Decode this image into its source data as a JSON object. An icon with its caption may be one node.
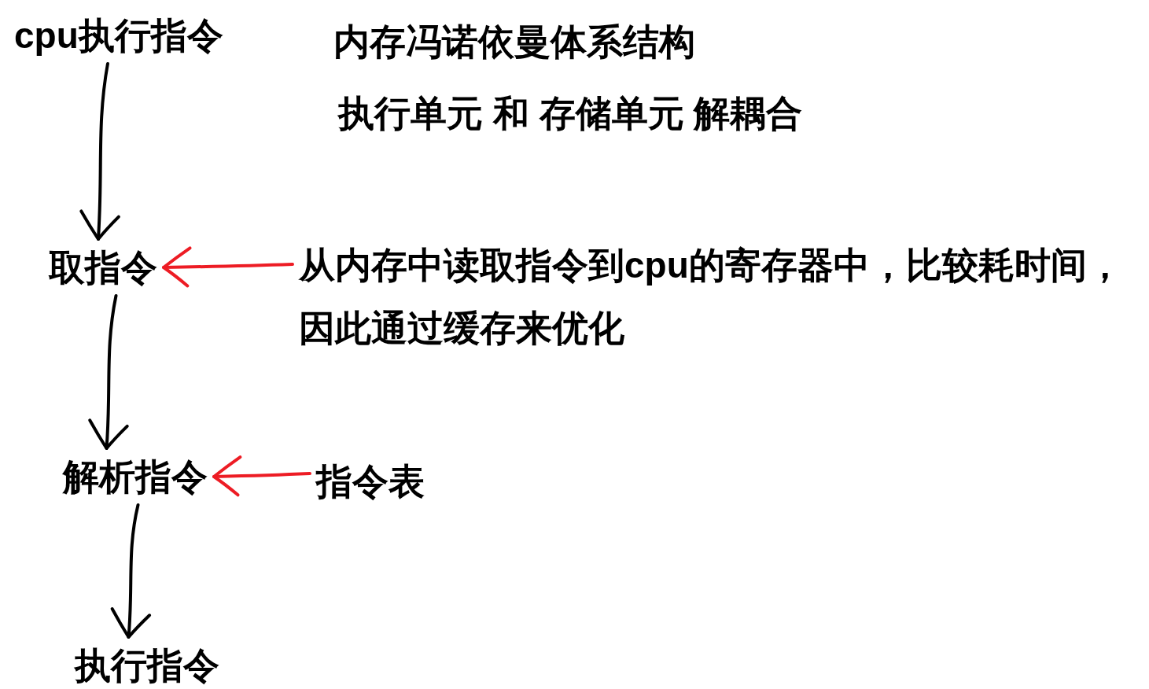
{
  "diagram": {
    "nodes": [
      {
        "text": [
          "cpu执行指令"
        ]
      },
      {
        "text": [
          "取指令"
        ]
      },
      {
        "text": [
          "解析指令"
        ]
      },
      {
        "text": [
          "执行指令"
        ]
      },
      {
        "text": [
          "从内存中读取指令到cpu的寄存器中，比较耗时间，因此通过缓存来优化"
        ]
      },
      {
        "text": [
          "指令表"
        ]
      }
    ],
    "edges": [
      {
        "from": 0,
        "to": 1,
        "arrow": "to"
      },
      {
        "from": 1,
        "to": 2,
        "arrow": "to"
      },
      {
        "from": 2,
        "to": 3,
        "arrow": "to"
      },
      {
        "from": 4,
        "to": 1,
        "arrow": "to",
        "color": "#ed1c24"
      },
      {
        "from": 5,
        "to": 2,
        "arrow": "to",
        "color": "#ed1c24"
      }
    ],
    "labels": [
      "内存冯诺依曼体系结构",
      "执行单元 和 存储单元 解耦合"
    ]
  }
}
